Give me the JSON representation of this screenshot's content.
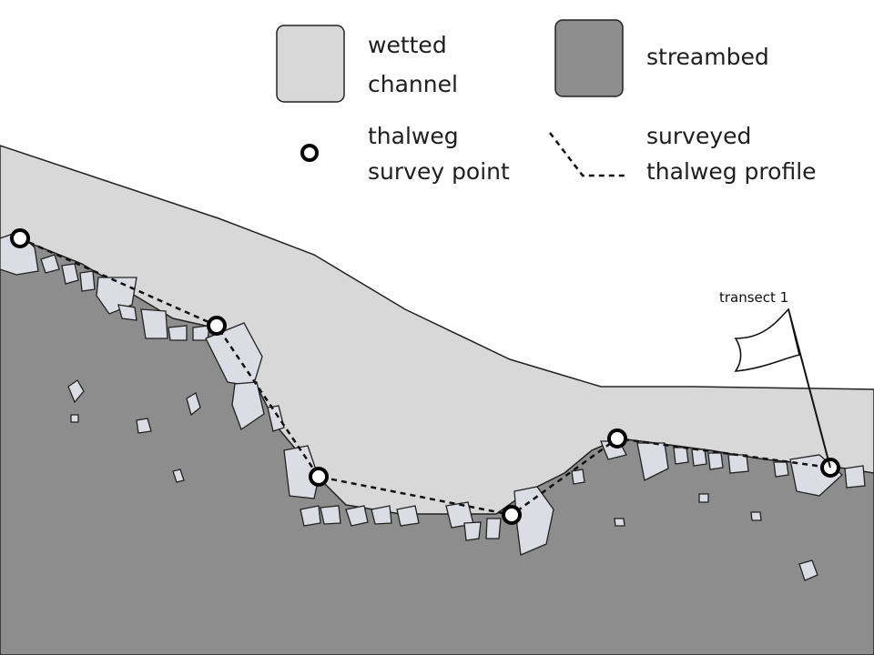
{
  "legend": {
    "wetted_channel_line1": "wetted",
    "wetted_channel_line2": "channel",
    "streambed": "streambed",
    "survey_point_line1": "thalweg",
    "survey_point_line2": "survey point",
    "profile_line1": "surveyed",
    "profile_line2": "thalweg profile"
  },
  "flag_label": "transect 1",
  "colors": {
    "background": "#ffffff",
    "wetted_channel": "#d8d8d8",
    "streambed": "#8d8d8d",
    "outline": "#222222"
  }
}
